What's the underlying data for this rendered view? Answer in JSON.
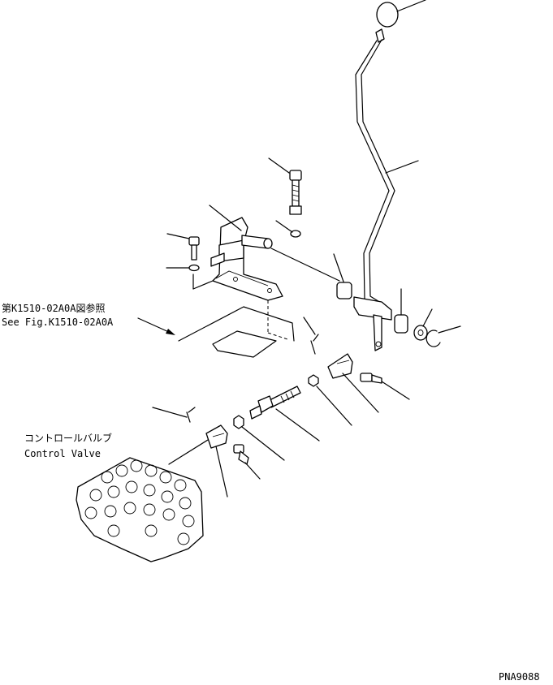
{
  "labels": {
    "ref_jp": "第K1510-02A0A図参照",
    "ref_en": "See Fig.K1510-02A0A",
    "control_valve_jp": "コントロールバルブ",
    "control_valve_en": "Control Valve",
    "drawing_code": "PNA9088"
  }
}
